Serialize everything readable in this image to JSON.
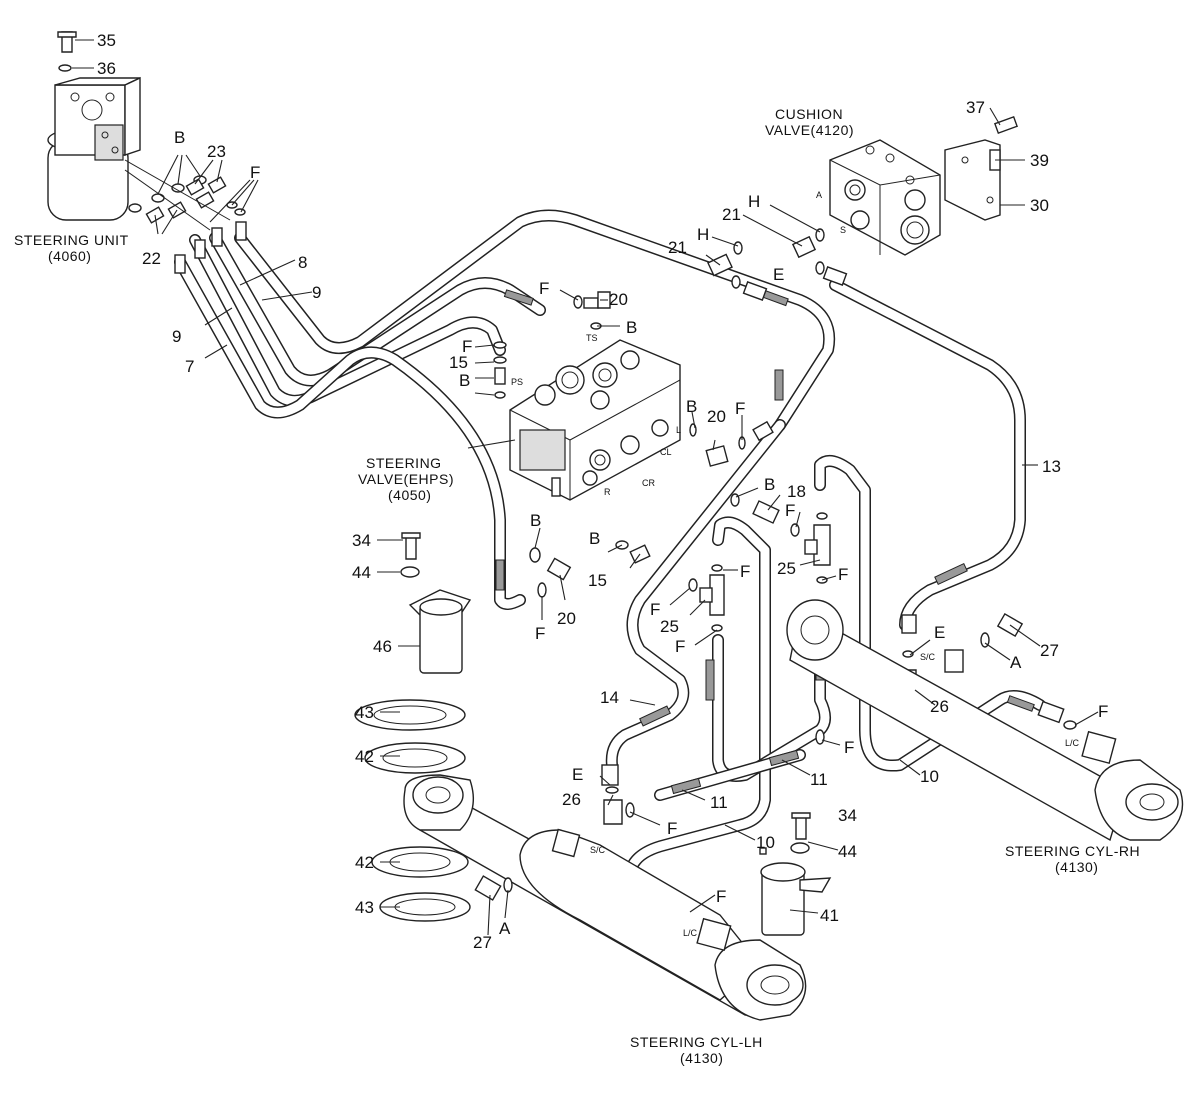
{
  "components": {
    "steering_unit": {
      "name": "STEERING UNIT",
      "code": "(4060)"
    },
    "cushion_valve": {
      "name_line1": "CUSHION",
      "name_line2": "VALVE(4120)"
    },
    "steering_valve": {
      "name_line1": "STEERING",
      "name_line2": "VALVE(EHPS)",
      "code": "(4050)"
    },
    "steering_cyl_rh": {
      "name": "STEERING CYL-RH",
      "code": "(4130)"
    },
    "steering_cyl_lh": {
      "name": "STEERING CYL-LH",
      "code": "(4130)"
    }
  },
  "port_labels": {
    "ts": "TS",
    "ps": "PS",
    "l": "L",
    "cl": "CL",
    "r": "R",
    "cr": "CR",
    "a": "A",
    "s": "S",
    "sc": "S/C",
    "lc": "L/C"
  },
  "callouts": {
    "p35": "35",
    "p36": "36",
    "p23": "23",
    "p22": "22",
    "p8": "8",
    "p9": "9",
    "p7": "7",
    "p37": "37",
    "p39": "39",
    "p30": "30",
    "p21": "21",
    "p20": "20",
    "p15": "15",
    "p18": "18",
    "p13": "13",
    "p25": "25",
    "p34": "34",
    "p44": "44",
    "p46": "46",
    "p43": "43",
    "p42": "42",
    "p14": "14",
    "p26": "26",
    "p27": "27",
    "p11": "11",
    "p10": "10",
    "p41": "41",
    "B": "B",
    "F": "F",
    "H": "H",
    "E": "E",
    "A": "A"
  }
}
